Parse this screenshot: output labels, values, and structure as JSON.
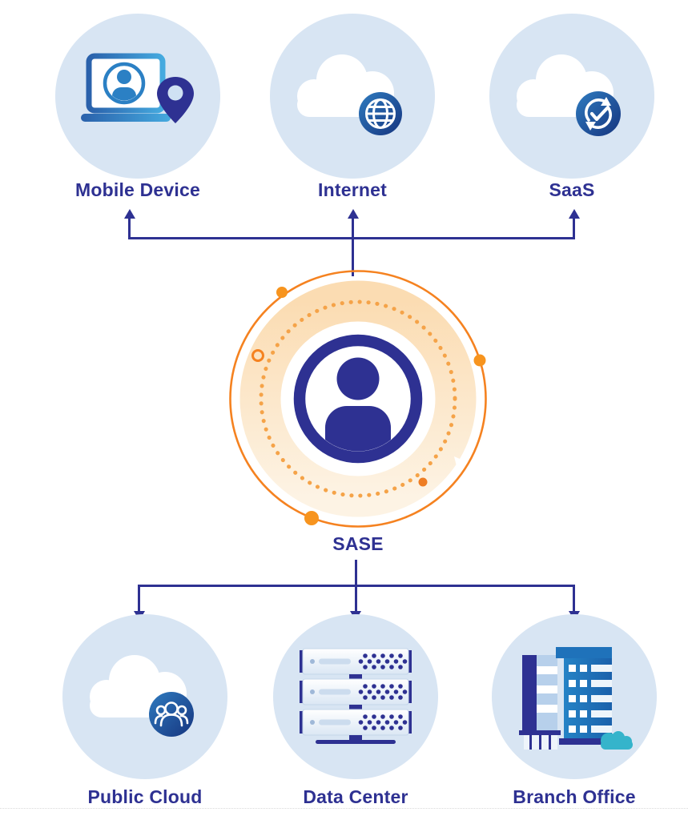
{
  "diagram": {
    "center": {
      "label": "SASE",
      "icon": "user-in-circle-icon"
    },
    "top_nodes": [
      {
        "id": "mobile-device",
        "label": "Mobile Device",
        "icon": "laptop-user-location-icon"
      },
      {
        "id": "internet",
        "label": "Internet",
        "icon": "cloud-globe-icon"
      },
      {
        "id": "saas",
        "label": "SaaS",
        "icon": "cloud-sync-icon"
      }
    ],
    "bottom_nodes": [
      {
        "id": "public-cloud",
        "label": "Public Cloud",
        "icon": "cloud-users-icon"
      },
      {
        "id": "data-center",
        "label": "Data Center",
        "icon": "server-rack-icon"
      },
      {
        "id": "branch-office",
        "label": "Branch Office",
        "icon": "office-building-icon"
      }
    ],
    "colors": {
      "node_background": "#d8e5f3",
      "navy": "#2e3192",
      "arrow": "#2e3192",
      "orange_ring": "#f58220",
      "orange_dots": "#f5a348",
      "peach_ring_start": "#fbdcb2",
      "peach_ring_end": "#fdf3e4",
      "badge_gradient_light": "#2f7bbf",
      "badge_gradient_dark": "#16357f",
      "laptop_gradient_start": "#2a61ab",
      "laptop_gradient_end": "#45aadf",
      "avatar_blue": "#2b80c4",
      "bush_teal": "#35b4cb"
    }
  }
}
